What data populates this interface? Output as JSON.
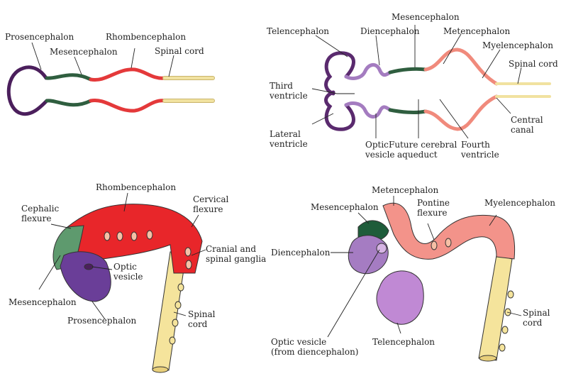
{
  "colors": {
    "prosencephalon": "#4b1f5c",
    "telencephalon_dark": "#5a2a6e",
    "diencephalon": "#a47cc0",
    "mesencephalon": "#2f5e3f",
    "rhombencephalon": "#e4393a",
    "metencephalon": "#f08a7c",
    "spinal_cord": "#f1e2a0"
  },
  "panel_a": {
    "labels": [
      "Prosencephalon",
      "Mesencephalon",
      "Rhombencephalon",
      "Spinal cord"
    ]
  },
  "panel_b": {
    "labels": [
      "Telencephalon",
      "Diencephalon",
      "Mesencephalon",
      "Metencephalon",
      "Myelencephalon",
      "Spinal cord"
    ],
    "third_ventricle": [
      "Third",
      "ventricle"
    ],
    "lateral_ventricle": [
      "Lateral",
      "ventricle"
    ],
    "optic_vesicle": [
      "Optic",
      "vesicle"
    ],
    "aqueduct": [
      "Future cerebral",
      "aqueduct"
    ],
    "fourth_ventricle": [
      "Fourth",
      "ventricle"
    ],
    "central_canal": [
      "Central",
      "canal"
    ]
  },
  "panel_c": {
    "rhombencephalon": "Rhombencephalon",
    "cephalic_flexure": [
      "Cephalic",
      "flexure"
    ],
    "cervical_flexure": [
      "Cervical",
      "flexure"
    ],
    "ganglia": [
      "Cranial and",
      "spinal ganglia"
    ],
    "optic_vesicle": [
      "Optic",
      "vesicle"
    ],
    "mesencephalon": "Mesencephalon",
    "prosencephalon": "Prosencephalon",
    "spinal_cord": [
      "Spinal",
      "cord"
    ]
  },
  "panel_d": {
    "metencephalon": "Metencephalon",
    "mesencephalon": "Mesencephalon",
    "pontine_flexure": [
      "Pontine",
      "flexure"
    ],
    "myelencephalon": "Myelencephalon",
    "diencephalon": "Diencephalon",
    "optic_vesicle": [
      "Optic vesicle",
      "(from diencephalon)"
    ],
    "telencephalon": "Telencephalon",
    "spinal_cord": [
      "Spinal",
      "cord"
    ]
  }
}
